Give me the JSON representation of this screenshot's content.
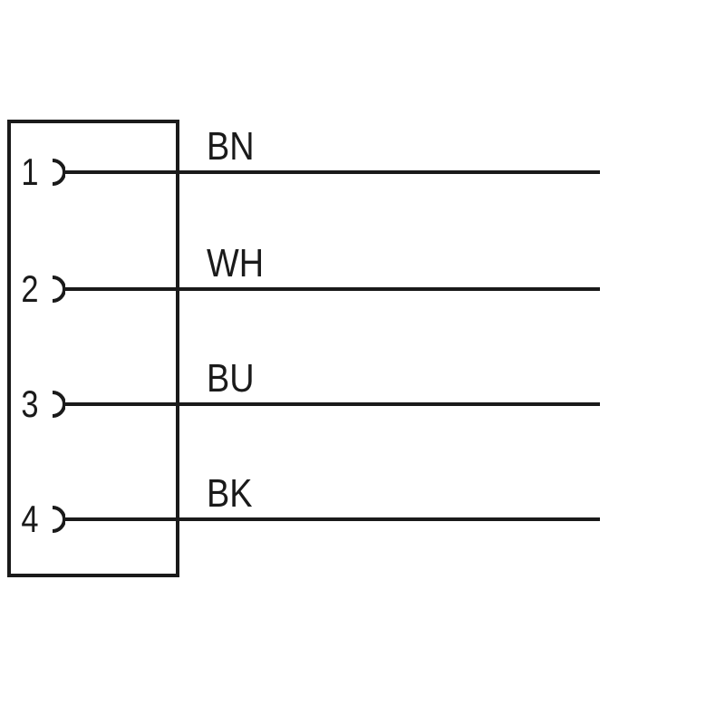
{
  "diagram": {
    "type": "connector-pinout-wiring-diagram",
    "background_color": "#ffffff",
    "line_color": "#1a1a1a",
    "housing": {
      "name": "connector-housing",
      "shape": "rectangle"
    },
    "pins": [
      {
        "number": "1",
        "wire_label": "BN",
        "contact_icon": "socket-contact-arc-icon"
      },
      {
        "number": "2",
        "wire_label": "WH",
        "contact_icon": "socket-contact-arc-icon"
      },
      {
        "number": "3",
        "wire_label": "BU",
        "contact_icon": "socket-contact-arc-icon"
      },
      {
        "number": "4",
        "wire_label": "BK",
        "contact_icon": "socket-contact-arc-icon"
      }
    ]
  }
}
